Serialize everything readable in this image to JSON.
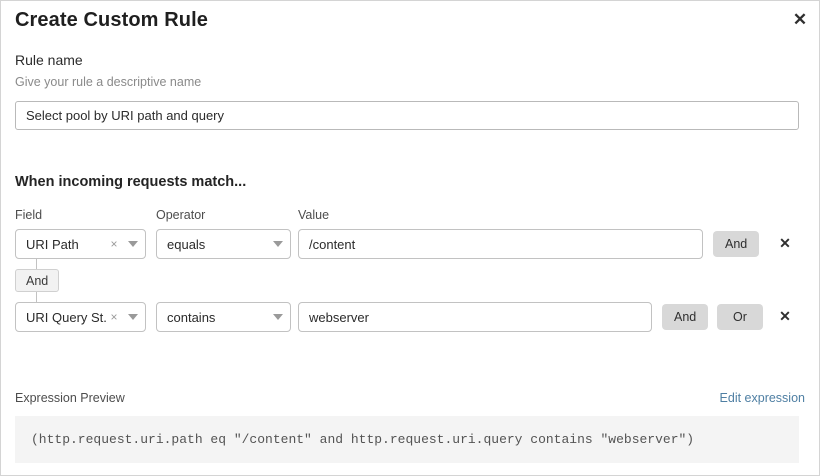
{
  "dialog": {
    "title": "Create Custom Rule",
    "close_icon": "close-icon",
    "close_label": "✕"
  },
  "rule_name": {
    "label": "Rule name",
    "help": "Give your rule a descriptive name",
    "value": "Select pool by URI path and query",
    "placeholder": "Rule name"
  },
  "conditions": {
    "heading": "When incoming requests match...",
    "columns": {
      "field": "Field",
      "operator": "Operator",
      "value": "Value"
    },
    "connector": {
      "label": "And"
    },
    "rows": [
      {
        "field": "URI Path",
        "field_clear_icon": "×",
        "operator": "equals",
        "value": "/content",
        "value_placeholder": "Value",
        "buttons": [
          "And"
        ],
        "delete_label": "✕"
      },
      {
        "field": "URI Query St...",
        "field_clear_icon": "×",
        "operator": "contains",
        "value": "webserver",
        "value_placeholder": "Value",
        "buttons": [
          "And",
          "Or"
        ],
        "delete_label": "✕"
      }
    ]
  },
  "expression": {
    "label": "Expression Preview",
    "edit_link": "Edit expression",
    "code": "(http.request.uri.path eq \"/content\" and http.request.uri.query contains \"webserver\")"
  },
  "colors": {
    "link": "#4f7fa3",
    "button_bg": "#d8d8d8",
    "code_bg": "#f4f4f4",
    "border": "#c2c2c2"
  }
}
